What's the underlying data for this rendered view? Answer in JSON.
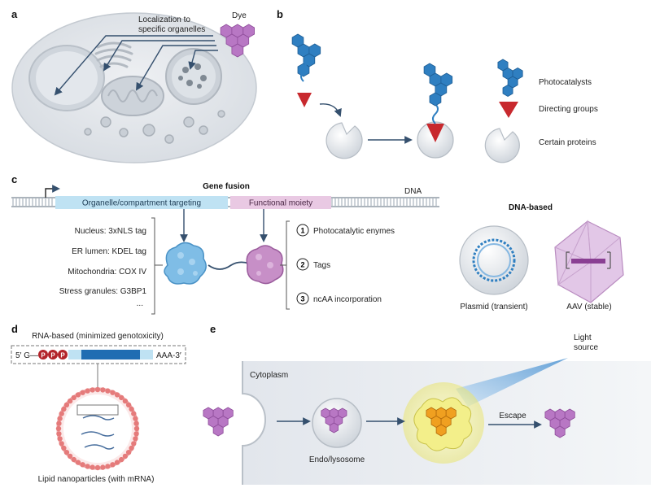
{
  "panels": {
    "a": {
      "letter": "a",
      "label_localization_line1": "Localization to",
      "label_localization_line2": "specific organelles",
      "label_dye": "Dye"
    },
    "b": {
      "letter": "b",
      "legend": [
        "Photocatalysts",
        "Directing groups",
        "Certain proteins"
      ]
    },
    "c": {
      "letter": "c",
      "title": "Gene fusion",
      "dna_label": "DNA",
      "bar_left": "Organelle/compartment targeting",
      "bar_right": "Functional moiety",
      "targets": [
        "Nucleus: 3xNLS tag",
        "ER lumen:  KDEL tag",
        "Mitochondria: COX IV",
        "Stress granules: G3BP1",
        "..."
      ],
      "moieties": [
        {
          "num": "1",
          "label": "Photocatalytic enymes"
        },
        {
          "num": "2",
          "label": "Tags"
        },
        {
          "num": "3",
          "label": "ncAA incorporation"
        }
      ],
      "dna_based_title": "DNA-based",
      "plasmid_label": "Plasmid (transient)",
      "aav_label": "AAV (stable)"
    },
    "d": {
      "letter": "d",
      "rna_title": "RNA-based (minimized genotoxicity)",
      "five_prime": "5′ G—",
      "ppp": [
        "P",
        "P",
        "P"
      ],
      "three_prime": "AAA-3′",
      "lnp_label": "Lipid nanoparticles (with mRNA)"
    },
    "e": {
      "letter": "e",
      "light_line1": "Light",
      "light_line2": "source",
      "cytoplasm": "Cytoplasm",
      "endo": "Endo/lysosome",
      "escape": "Escape"
    }
  },
  "colors": {
    "cell_fill": "#dfe3e8",
    "organelle_fill": "#cfd4da",
    "catalyst_blue": "#2f7fc1",
    "dye_purple": "#b877c4",
    "directing_red": "#c8292e",
    "bar_blue": "#bfe2f3",
    "bar_pink": "#e9c9e3",
    "arrow_dark": "#35506e",
    "glow_yellow": "#f3f08a",
    "active_orange": "#f0a020",
    "lnp_red": "#e57b7b",
    "mrna_blue": "#1f6db2",
    "light_blue": "#86b8e2"
  }
}
